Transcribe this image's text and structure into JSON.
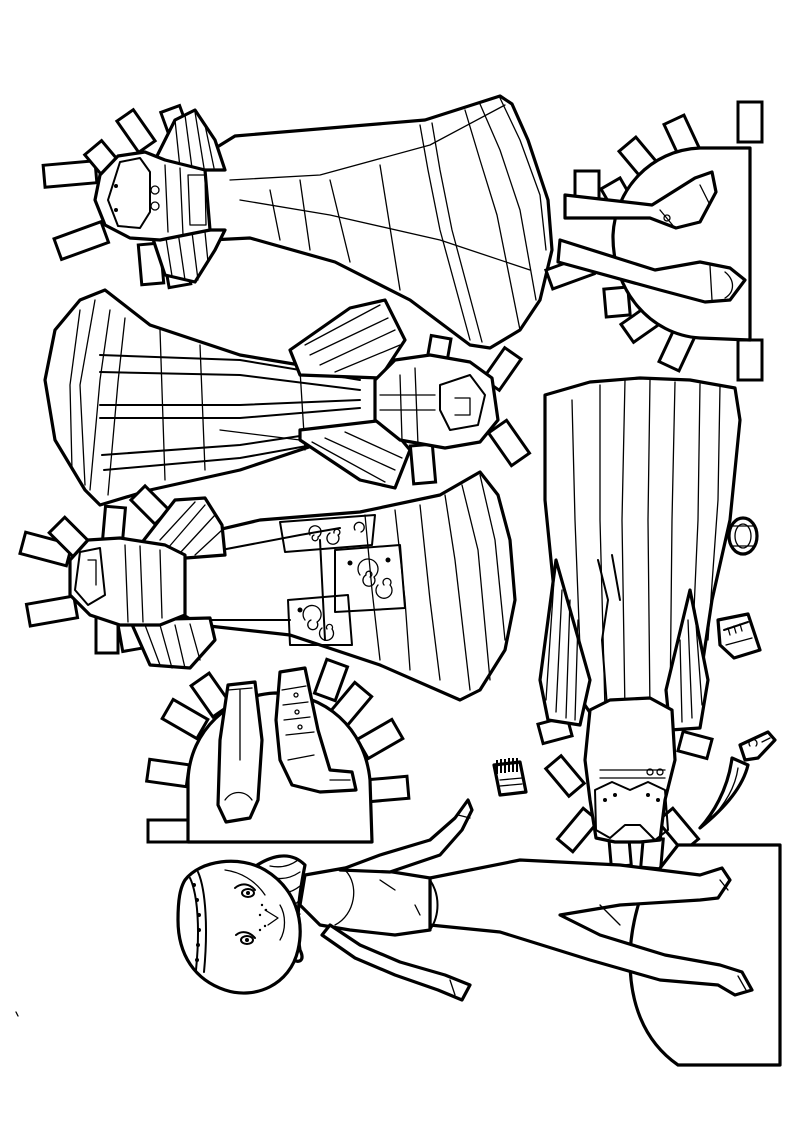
{
  "sheet": {
    "background": "#ffffff",
    "line_color": "#000000"
  },
  "pieces": [
    {
      "id": "gown-1",
      "kind": "long gown with fold tabs"
    },
    {
      "id": "gown-2",
      "kind": "long gown with fold tabs"
    },
    {
      "id": "gown-3",
      "kind": "gown with spiral-pattern panels"
    },
    {
      "id": "gown-4",
      "kind": "full-length gown with collar"
    },
    {
      "id": "legs-shoes-card",
      "kind": "leg stand card with shoes"
    },
    {
      "id": "boots-card",
      "kind": "boot stand card"
    },
    {
      "id": "bracelet",
      "kind": "bracelet"
    },
    {
      "id": "cuff",
      "kind": "laced cuff"
    },
    {
      "id": "dagger",
      "kind": "curved dagger"
    },
    {
      "id": "comb",
      "kind": "hair comb"
    },
    {
      "id": "doll",
      "kind": "paper doll figure on stand"
    }
  ]
}
